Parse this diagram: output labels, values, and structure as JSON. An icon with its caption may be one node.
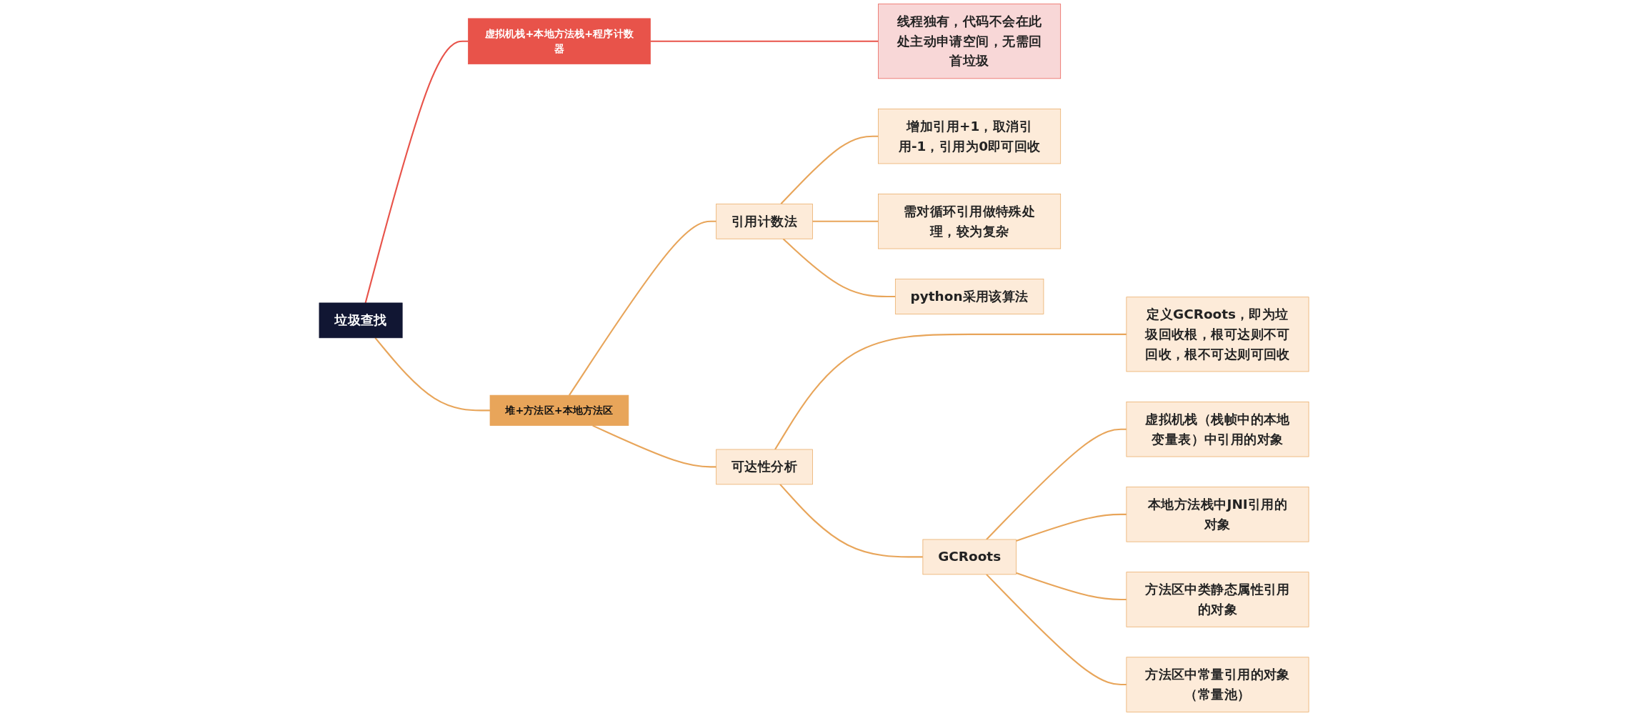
{
  "diagram": {
    "nodes": [
      {
        "text": [
          "垃圾查找"
        ]
      },
      {
        "text": [
          "虚拟机栈+本地方法栈+程序计数器"
        ]
      },
      {
        "text": [
          "线程独有，代码不会在此处主动申请空间，无需回首垃圾"
        ]
      },
      {
        "text": [
          "堆+方法区+本地方法区"
        ]
      },
      {
        "text": [
          "引用计数法"
        ]
      },
      {
        "text": [
          "增加引用+1，取消引用-1，引用为0即可回收"
        ]
      },
      {
        "text": [
          "需对循环引用做特殊处理，较为复杂"
        ]
      },
      {
        "text": [
          "python采用该算法"
        ]
      },
      {
        "text": [
          "可达性分析"
        ]
      },
      {
        "text": [
          "定义GCRoots，即为垃圾回收根，根可达则不可回收，根不可达则可回收"
        ]
      },
      {
        "text": [
          "GCRoots"
        ]
      },
      {
        "text": [
          "虚拟机栈（栈帧中的本地变量表）中引用的对象"
        ]
      },
      {
        "text": [
          "本地方法栈中JNI引用的对象"
        ]
      },
      {
        "text": [
          "方法区中类静态属性引用的对象"
        ]
      },
      {
        "text": [
          "方法区中常量引用的对象（常量池）"
        ]
      }
    ],
    "edges": [
      {
        "from": 0,
        "to": 1,
        "arrow": "none",
        "color": "#e8534a"
      },
      {
        "from": 1,
        "to": 2,
        "arrow": "none",
        "color": "#e8534a"
      },
      {
        "from": 0,
        "to": 3,
        "arrow": "none"
      },
      {
        "from": 3,
        "to": 4,
        "arrow": "none"
      },
      {
        "from": 4,
        "to": 5,
        "arrow": "none"
      },
      {
        "from": 4,
        "to": 6,
        "arrow": "none"
      },
      {
        "from": 4,
        "to": 7,
        "arrow": "none"
      },
      {
        "from": 3,
        "to": 8,
        "arrow": "none"
      },
      {
        "from": 8,
        "to": 9,
        "arrow": "none"
      },
      {
        "from": 8,
        "to": 10,
        "arrow": "none"
      },
      {
        "from": 10,
        "to": 11,
        "arrow": "none"
      },
      {
        "from": 10,
        "to": 12,
        "arrow": "none"
      },
      {
        "from": 10,
        "to": 13,
        "arrow": "none"
      },
      {
        "from": 10,
        "to": 14,
        "arrow": "none"
      }
    ]
  }
}
